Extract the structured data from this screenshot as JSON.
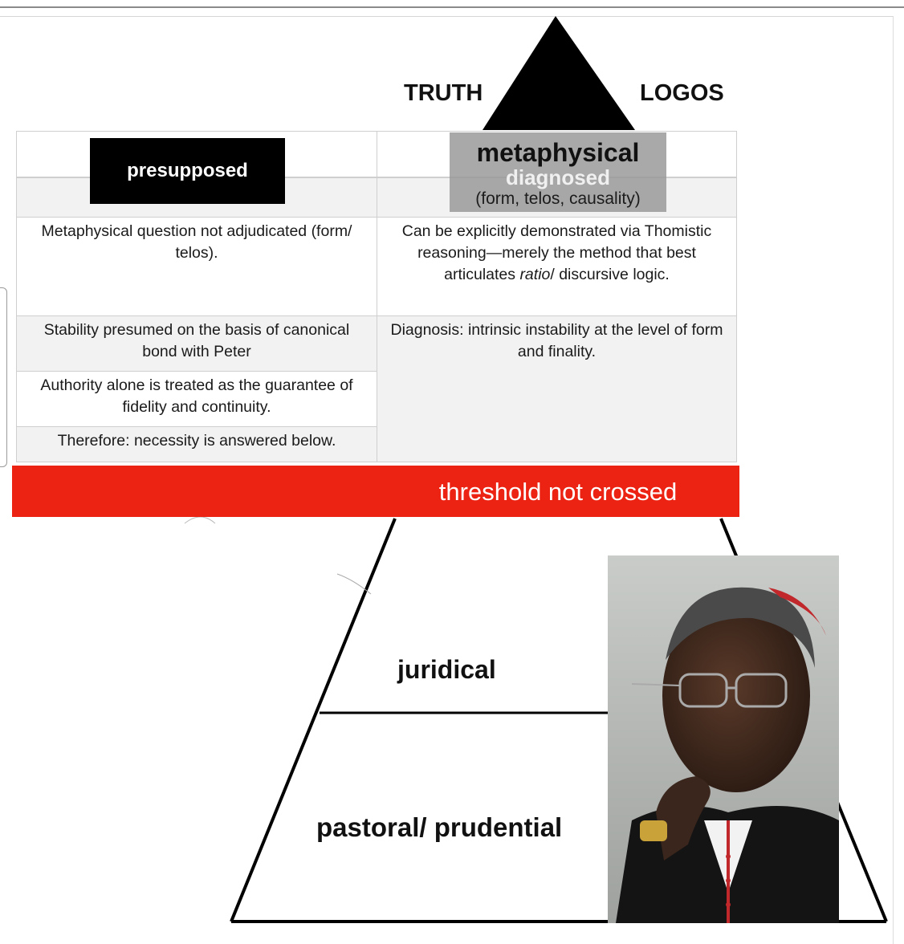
{
  "apex": {
    "left_label": "TRUTH",
    "right_label": "LOGOS"
  },
  "table": {
    "header_left": "presupposed",
    "header_right_title": "metaphysical",
    "header_right_overlay": "diagnosed",
    "header_right_sub": "(form, telos, causality)",
    "row1_left": "Metaphysical question not adjudicated (form/ telos).",
    "row1_right_pre": "Can be explicitly demonstrated via Thomistic reasoning—merely the method that best articulates ",
    "row1_right_em": "ratio",
    "row1_right_post": "/ discursive logic.",
    "row2_left": "Stability presumed on the basis of canonical bond with Peter",
    "row2_right": "Diagnosis: intrinsic instability at the level of form and finality.",
    "row3_left": "Authority alone is treated as the guarantee of fidelity and continuity.",
    "row4_left": "Therefore: necessity is answered below."
  },
  "threshold": {
    "label": "threshold not crossed",
    "color": "#ec2212"
  },
  "pyramid_levels": {
    "juridical": "juridical",
    "pastoral": "pastoral/ prudential"
  },
  "colors": {
    "apex_fill": "#000000",
    "label_black": "#000000",
    "metaphysical_box": "#969696"
  }
}
